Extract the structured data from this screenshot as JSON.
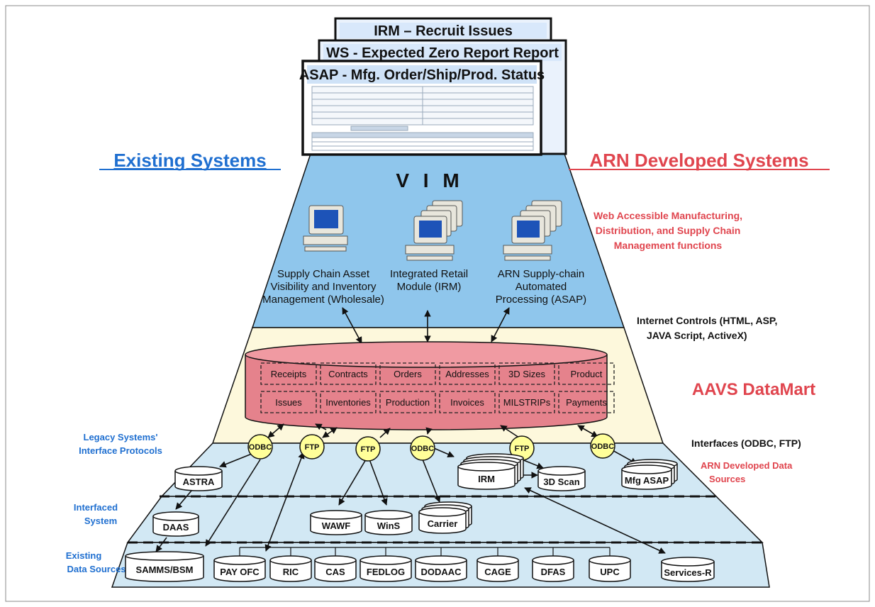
{
  "screens": {
    "irm": "IRM – Recruit Issues",
    "ws": "WS - Expected Zero Report Report",
    "asap": "ASAP - Mfg. Order/Ship/Prod. Status"
  },
  "left_heading": "Existing Systems",
  "right_heading": "ARN Developed Systems",
  "vim": {
    "title": "V I M",
    "systems": [
      [
        "Supply Chain Asset",
        "Visibility and Inventory",
        "Management (Wholesale)"
      ],
      [
        "Integrated Retail",
        "Module (IRM)"
      ],
      [
        "ARN Supply-chain",
        "Automated",
        "Processing (ASAP)"
      ]
    ],
    "web_desc": [
      "Web  Accessible Manufacturing,",
      "Distribution, and Supply Chain",
      "Management functions"
    ],
    "internet_controls": [
      "Internet Controls (HTML, ASP,",
      "JAVA Script, ActiveX)"
    ]
  },
  "datamart": {
    "title": "AAVS DataMart",
    "row1": [
      "Receipts",
      "Contracts",
      "Orders",
      "Addresses",
      "3D Sizes",
      "Product"
    ],
    "row2": [
      "Issues",
      "Inventories",
      "Production",
      "Invoices",
      "MILSTRIPs",
      "Payments"
    ]
  },
  "left_labels": {
    "legacy": [
      "Legacy Systems'",
      "Interface Protocols"
    ],
    "interfaced": [
      "Interfaced",
      "System"
    ],
    "existing": [
      "Existing",
      "Data Sources"
    ]
  },
  "right_labels": {
    "interfaces": "Interfaces (ODBC, FTP)",
    "arn_sources": [
      "ARN Developed Data",
      "Sources"
    ]
  },
  "protocols": [
    "ODBC",
    "FTP",
    "FTP",
    "ODBC",
    "FTP",
    "ODBC"
  ],
  "sources": {
    "astra": "ASTRA",
    "irm": "IRM",
    "scan": "3D Scan",
    "mfg": "Mfg ASAP",
    "daas": "DAAS",
    "wawf": "WAWF",
    "wins": "WinS",
    "carrier": "Carrier",
    "bottom": [
      "SAMMS/BSM",
      "PAY OFC",
      "RIC",
      "CAS",
      "FEDLOG",
      "DODAAC",
      "CAGE",
      "DFAS",
      "UPC"
    ],
    "services": "Services-R"
  },
  "colors": {
    "vim_band": "#8fc6ec",
    "datamart_band": "#fdf8dc",
    "sources_band": "#d2e8f4",
    "datamart_cylinder": "#e5828c",
    "protocol_circle": "#ffff99"
  }
}
